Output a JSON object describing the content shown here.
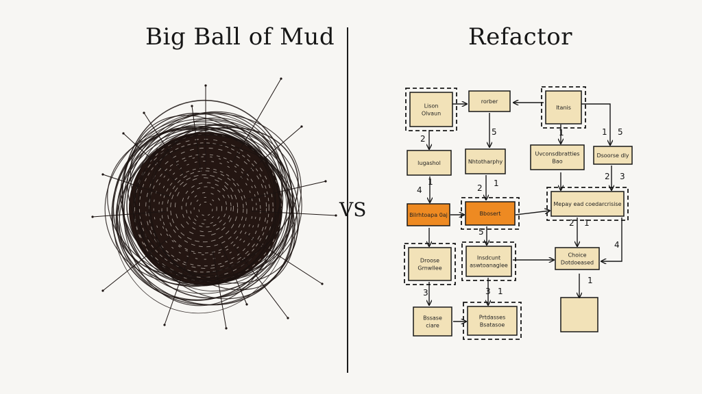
{
  "left_title": "Big Ball of Mud",
  "right_title": "Refactor",
  "vs_label": "VS",
  "colors": {
    "ink": "#161616",
    "box_fill": "#f2e2b8",
    "highlight": "#ee8a22",
    "background": "#f7f6f3"
  },
  "boxes": [
    {
      "id": "b1",
      "lines": [
        "Lison",
        "Olvaun"
      ],
      "dashed": true,
      "highlight": false
    },
    {
      "id": "b2",
      "lines": [
        "rorber"
      ],
      "dashed": false,
      "highlight": false
    },
    {
      "id": "b3",
      "lines": [
        "Itanis"
      ],
      "dashed": true,
      "highlight": false
    },
    {
      "id": "b4",
      "lines": [
        "lugashol"
      ],
      "dashed": false,
      "highlight": false
    },
    {
      "id": "b5",
      "lines": [
        "Nhtotharphy"
      ],
      "dashed": false,
      "highlight": false
    },
    {
      "id": "b6",
      "lines": [
        "Uvconsdbratties",
        "Bao"
      ],
      "dashed": false,
      "highlight": false
    },
    {
      "id": "b7",
      "lines": [
        "Dsoorse dly"
      ],
      "dashed": false,
      "highlight": false
    },
    {
      "id": "b8",
      "lines": [
        "Bilrhtoapa 0aj"
      ],
      "dashed": false,
      "highlight": true
    },
    {
      "id": "b9",
      "lines": [
        "Bbosert"
      ],
      "dashed": true,
      "highlight": true
    },
    {
      "id": "b10",
      "lines": [
        "Mepay ead coedarcrisise"
      ],
      "dashed": true,
      "highlight": false
    },
    {
      "id": "b11",
      "lines": [
        "Droose",
        "Grnwllee"
      ],
      "dashed": true,
      "highlight": false
    },
    {
      "id": "b12",
      "lines": [
        "Insdcunt",
        "aswtoanaglee"
      ],
      "dashed": true,
      "highlight": false
    },
    {
      "id": "b13",
      "lines": [
        "Choice",
        "Dotdoeased"
      ],
      "dashed": false,
      "highlight": false
    },
    {
      "id": "b14",
      "lines": [
        "Bssase",
        "ciare"
      ],
      "dashed": false,
      "highlight": false
    },
    {
      "id": "b15",
      "lines": [
        "Prtdasses",
        "Bsatasoe"
      ],
      "dashed": true,
      "highlight": false
    },
    {
      "id": "b16",
      "lines": [],
      "dashed": false,
      "highlight": false
    }
  ],
  "numbers": [
    "5",
    "1",
    "1",
    "5",
    "2",
    "2",
    "3",
    "4",
    "1",
    "2",
    "1",
    "5",
    "2",
    "1",
    "4",
    "1",
    "3",
    "3",
    "1"
  ]
}
